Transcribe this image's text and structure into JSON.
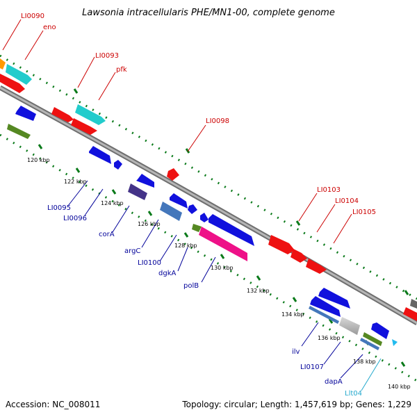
{
  "title": "Lawsonia intracellularis PHE/MN1-00, complete genome",
  "footer": {
    "accession": "Accession: NC_008011",
    "topology": "Topology: circular; Length: 1,457,619 bp; Genes: 1,229"
  },
  "colors": {
    "backbone": "#8a8a8a",
    "tick_dots": "#0a7a1a",
    "label_red": "#cc0000",
    "label_blue": "#000099",
    "label_cyan": "#22a8cc"
  },
  "ticks": [
    "120 kbp",
    "122 kbp",
    "124 kbp",
    "126 kbp",
    "128 kbp",
    "130 kbp",
    "132 kbp",
    "134 kbp",
    "136 kbp",
    "138 kbp",
    "140 kbp"
  ],
  "genes_top": [
    "LI0090",
    "eno",
    "LI0093",
    "pfk",
    "LI0098",
    "LI0103",
    "LI0104",
    "LI0105"
  ],
  "genes_bottom": [
    "LI0095",
    "LI0096",
    "corA",
    "argC",
    "LI0100",
    "dgkA",
    "polB",
    "ilv",
    "LI0107",
    "dapA",
    "Llt04"
  ]
}
